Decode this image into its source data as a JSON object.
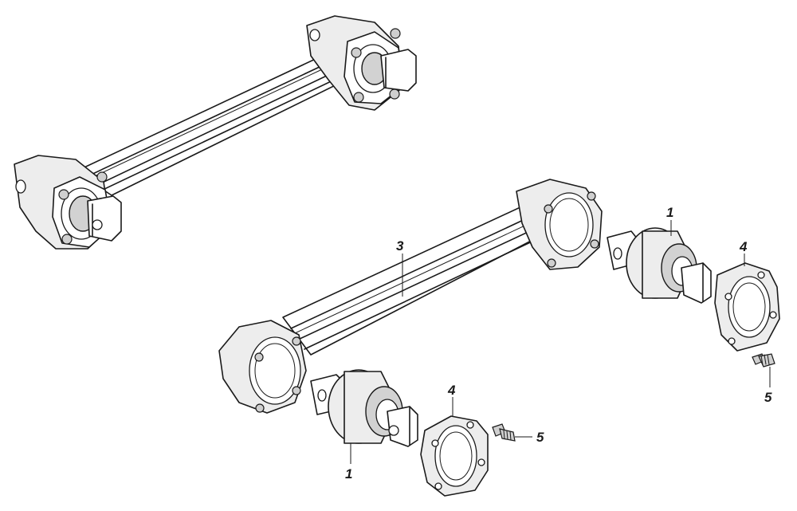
{
  "labels": {
    "rod": "3",
    "bushing_right": "1",
    "bushing_left": "1",
    "flange_right": "4",
    "flange_left": "4",
    "bolt_right": "5",
    "bolt_left": "5"
  }
}
